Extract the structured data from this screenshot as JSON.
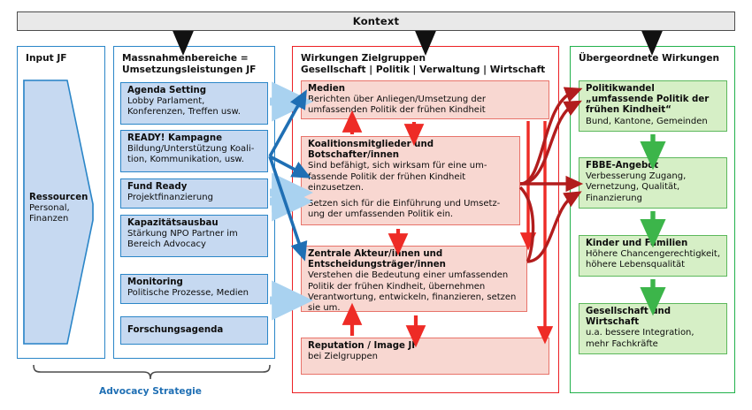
{
  "context": {
    "label": "Kontext"
  },
  "columns": {
    "input": {
      "title": "Input JF",
      "resource": {
        "title": "Ressourcen",
        "desc": "Personal,\nFinanzen"
      }
    },
    "measures": {
      "title": "Massnahmenbereiche =\nUmsetzungsleistungen JF",
      "items": [
        {
          "title": "Agenda Setting",
          "desc": "Lobby Parlament,\nKonferenzen, Treffen usw."
        },
        {
          "title": "READY! Kampagne",
          "desc": "Bildung/Unterstützung Koali-\ntion, Kommunikation, usw."
        },
        {
          "title": "Fund Ready",
          "desc": "Projektfinanzierung"
        },
        {
          "title": "Kapazitätsausbau",
          "desc": "Stärkung NPO Partner im\nBereich Advocacy"
        },
        {
          "title": "Monitoring",
          "desc": "Politische Prozesse, Medien"
        },
        {
          "title": "Forschungsagenda",
          "desc": ""
        }
      ]
    },
    "effects": {
      "title": "Wirkungen Zielgruppen\nGesellschaft | Politik | Verwaltung | Wirtschaft",
      "items": [
        {
          "title": "Medien",
          "desc": "Berichten über Anliegen/Umsetzung der\numfassenden Politik der frühen Kindheit",
          "desc2": ""
        },
        {
          "title": "Koalitionsmitglieder und\nBotschafter/innen",
          "desc": "Sind befähigt, sich wirksam für eine um-\nfassende Politik der frühen Kindheit\neinzusetzen.",
          "desc2": "Setzen sich für die Einführung und Umsetz-\nung der umfassenden Politik ein."
        },
        {
          "title": "Zentrale Akteur/innen und\nEntscheidungsträger/innen",
          "desc": "Verstehen die Bedeutung einer umfassenden\nPolitik der frühen Kindheit, übernehmen\nVerantwortung, entwickeln, finanzieren, setzen\nsie um.",
          "desc2": ""
        },
        {
          "title": "Reputation / Image JF",
          "desc": "bei Zielgruppen",
          "desc2": ""
        }
      ]
    },
    "impacts": {
      "title": "Übergeordnete Wirkungen",
      "items": [
        {
          "title": "Politikwandel\n„umfassende Politik der\nfrühen Kindheit“",
          "desc": "Bund, Kantone, Gemeinden"
        },
        {
          "title": "FBBE-Angebot",
          "desc": "Verbesserung Zugang,\nVernetzung, Qualität,\nFinanzierung"
        },
        {
          "title": "Kinder und Familien",
          "desc": "Höhere Chancengerechtigkeit,\nhöhere Lebensqualität"
        },
        {
          "title": "Gesellschaft und\nWirtschaft",
          "desc": "u.a. bessere Integration,\nmehr Fachkräfte"
        }
      ]
    }
  },
  "footer": {
    "advocacy_label": "Advocacy Strategie"
  },
  "colors": {
    "blue_border": "#2b86c8",
    "blue_fill": "#c6d9f1",
    "red_border": "#ec2024",
    "red_fill": "#f8d7d1",
    "green_border": "#22b14c",
    "green_fill": "#d6efc6",
    "arrow_blue": "#1f6fb4",
    "arrow_lightblue": "#a9d2f0",
    "arrow_red": "#ee2b26",
    "arrow_darkred": "#b21d1d",
    "arrow_green": "#3cb54a",
    "arrow_black": "#111111",
    "context_fill": "#e9e9e9",
    "advocacy_text": "#1f6fb4"
  }
}
